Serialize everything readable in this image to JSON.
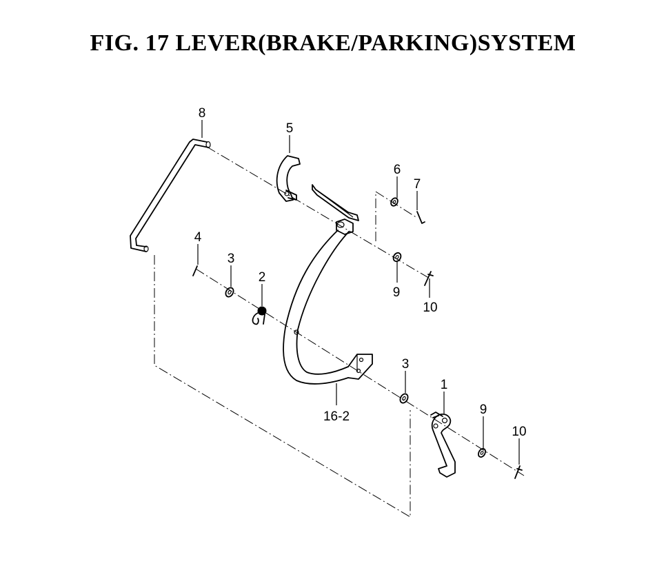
{
  "title": "FIG. 17  LEVER(BRAKE/PARKING)SYSTEM",
  "callouts": [
    "8",
    "5",
    "6",
    "7",
    "4",
    "3",
    "2",
    "9",
    "10",
    "3",
    "1",
    "16-2",
    "9",
    "10"
  ]
}
